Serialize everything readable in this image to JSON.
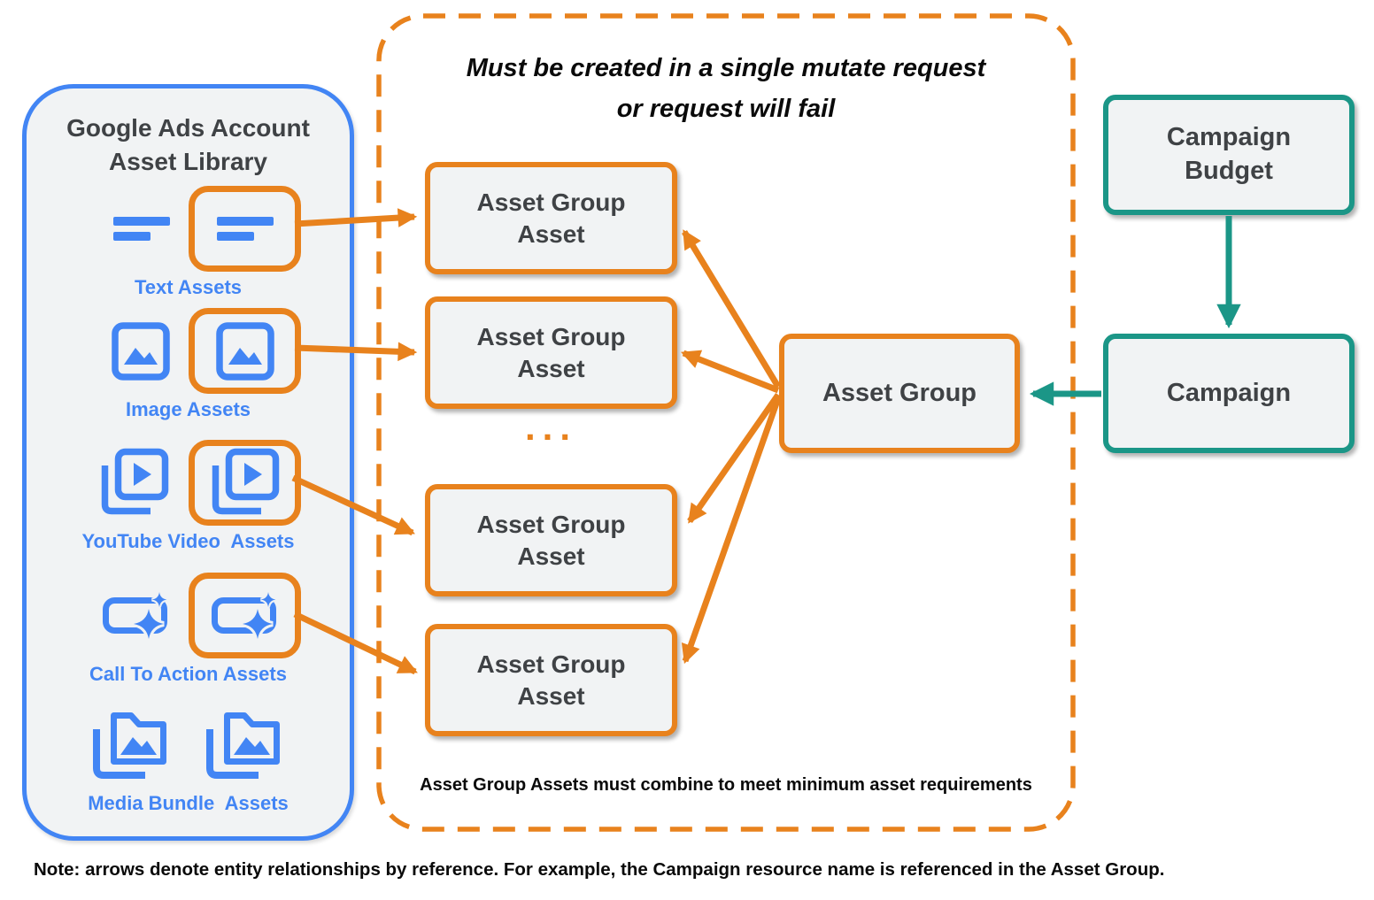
{
  "diagram": {
    "library_panel": {
      "title": "Google Ads Account\nAsset Library",
      "items": [
        {
          "label": "Text Assets",
          "icon": "text-asset-icon",
          "wrapped_in_orange_box": true
        },
        {
          "label": "Image Assets",
          "icon": "image-asset-icon",
          "wrapped_in_orange_box": true
        },
        {
          "label": "YouTube Video  Assets",
          "icon": "youtube-video-asset-icon",
          "wrapped_in_orange_box": true
        },
        {
          "label": "Call To Action Assets",
          "icon": "call-to-action-asset-icon",
          "wrapped_in_orange_box": true
        },
        {
          "label": "Media Bundle  Assets",
          "icon": "media-bundle-asset-icon",
          "wrapped_in_orange_box": false
        }
      ]
    },
    "mutate_panel": {
      "title": "Must be created in a single mutate request\nor request will fail",
      "boxes": [
        "Asset Group\nAsset",
        "Asset Group\nAsset",
        "Asset Group\nAsset",
        "Asset Group\nAsset"
      ],
      "ellipsis": "...",
      "footnote": "Asset Group Assets must combine to meet minimum asset requirements"
    },
    "entities": {
      "asset_group": "Asset Group",
      "campaign_budget": "Campaign\nBudget",
      "campaign": "Campaign"
    },
    "note": "Note: arrows denote entity relationships by reference. For example, the Campaign resource name is referenced in the Asset Group.",
    "colors": {
      "blue": "#4285F4",
      "orange": "#E8821D",
      "teal": "#1B9687",
      "panel_fill": "#F1F3F4",
      "dark_text": "#3F4245"
    }
  }
}
